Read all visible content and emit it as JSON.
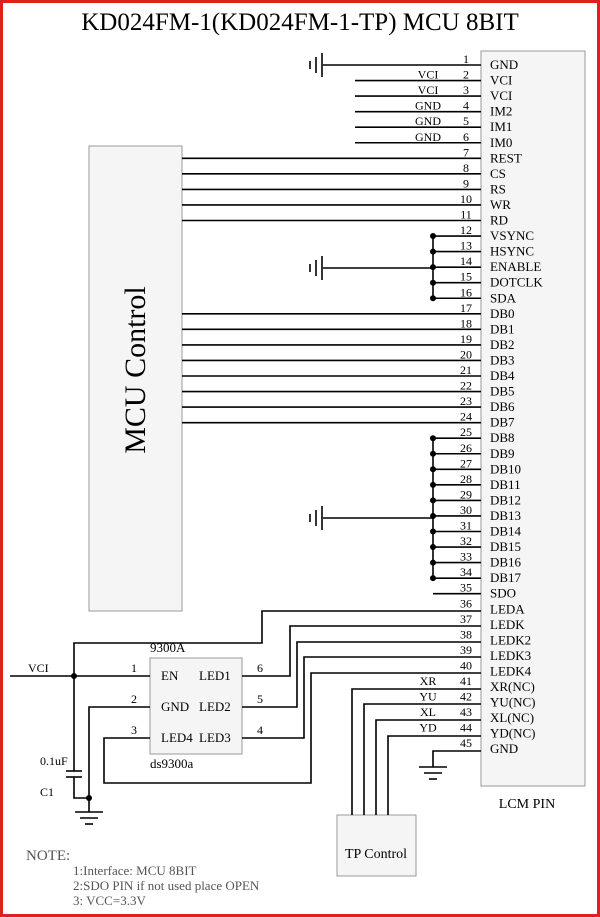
{
  "title": "KD024FM-1(KD024FM-1-TP)  MCU 8BIT",
  "mcu_label": "MCU Control",
  "lcm_label": "LCM PIN",
  "tp_label": "TP Control",
  "pins": [
    {
      "num": "1",
      "name": "GND",
      "net": ""
    },
    {
      "num": "2",
      "name": "VCI",
      "net": "VCI"
    },
    {
      "num": "3",
      "name": "VCI",
      "net": "VCI"
    },
    {
      "num": "4",
      "name": "IM2",
      "net": "GND"
    },
    {
      "num": "5",
      "name": "IM1",
      "net": "GND"
    },
    {
      "num": "6",
      "name": "IM0",
      "net": "GND"
    },
    {
      "num": "7",
      "name": "REST",
      "net": ""
    },
    {
      "num": "8",
      "name": "CS",
      "net": ""
    },
    {
      "num": "9",
      "name": "RS",
      "net": ""
    },
    {
      "num": "10",
      "name": "WR",
      "net": ""
    },
    {
      "num": "11",
      "name": "RD",
      "net": ""
    },
    {
      "num": "12",
      "name": "VSYNC",
      "net": ""
    },
    {
      "num": "13",
      "name": "HSYNC",
      "net": ""
    },
    {
      "num": "14",
      "name": "ENABLE",
      "net": ""
    },
    {
      "num": "15",
      "name": "DOTCLK",
      "net": ""
    },
    {
      "num": "16",
      "name": "SDA",
      "net": ""
    },
    {
      "num": "17",
      "name": "DB0",
      "net": ""
    },
    {
      "num": "18",
      "name": "DB1",
      "net": ""
    },
    {
      "num": "19",
      "name": "DB2",
      "net": ""
    },
    {
      "num": "20",
      "name": "DB3",
      "net": ""
    },
    {
      "num": "21",
      "name": "DB4",
      "net": ""
    },
    {
      "num": "22",
      "name": "DB5",
      "net": ""
    },
    {
      "num": "23",
      "name": "DB6",
      "net": ""
    },
    {
      "num": "24",
      "name": "DB7",
      "net": ""
    },
    {
      "num": "25",
      "name": "DB8",
      "net": ""
    },
    {
      "num": "26",
      "name": "DB9",
      "net": ""
    },
    {
      "num": "27",
      "name": "DB10",
      "net": ""
    },
    {
      "num": "28",
      "name": "DB11",
      "net": ""
    },
    {
      "num": "29",
      "name": "DB12",
      "net": ""
    },
    {
      "num": "30",
      "name": "DB13",
      "net": ""
    },
    {
      "num": "31",
      "name": "DB14",
      "net": ""
    },
    {
      "num": "32",
      "name": "DB15",
      "net": ""
    },
    {
      "num": "33",
      "name": "DB16",
      "net": ""
    },
    {
      "num": "34",
      "name": "DB17",
      "net": ""
    },
    {
      "num": "35",
      "name": "SDO",
      "net": ""
    },
    {
      "num": "36",
      "name": "LEDA",
      "net": ""
    },
    {
      "num": "37",
      "name": "LEDK",
      "net": ""
    },
    {
      "num": "38",
      "name": "LEDK2",
      "net": ""
    },
    {
      "num": "39",
      "name": "LEDK3",
      "net": ""
    },
    {
      "num": "40",
      "name": "LEDK4",
      "net": ""
    },
    {
      "num": "41",
      "name": "XR(NC)",
      "net": "XR"
    },
    {
      "num": "42",
      "name": "YU(NC)",
      "net": "YU"
    },
    {
      "num": "43",
      "name": "XL(NC)",
      "net": "XL"
    },
    {
      "num": "44",
      "name": "YD(NC)",
      "net": "YD"
    },
    {
      "num": "45",
      "name": "GND",
      "net": ""
    }
  ],
  "driver": {
    "part": "9300A",
    "model": "ds9300a",
    "en": "EN",
    "gnd": "GND",
    "led1": "LED1",
    "led2": "LED2",
    "led3": "LED3",
    "led4": "LED4",
    "pin1": "1",
    "pin2": "2",
    "pin3": "3",
    "pin4": "4",
    "pin5": "5",
    "pin6": "6"
  },
  "vci_label": "VCI",
  "cap_value": "0.1uF",
  "cap_ref": "C1",
  "notes": {
    "heading": "NOTE:",
    "line1": "1:Interface: MCU 8BIT",
    "line2": "2:SDO PIN if not used place OPEN",
    "line3": "3: VCC=3.3V"
  },
  "colors": {
    "border": "#e0201c",
    "box_fill": "#f5f5f5",
    "box_stroke": "#9a9a9a",
    "note": "#555555"
  }
}
